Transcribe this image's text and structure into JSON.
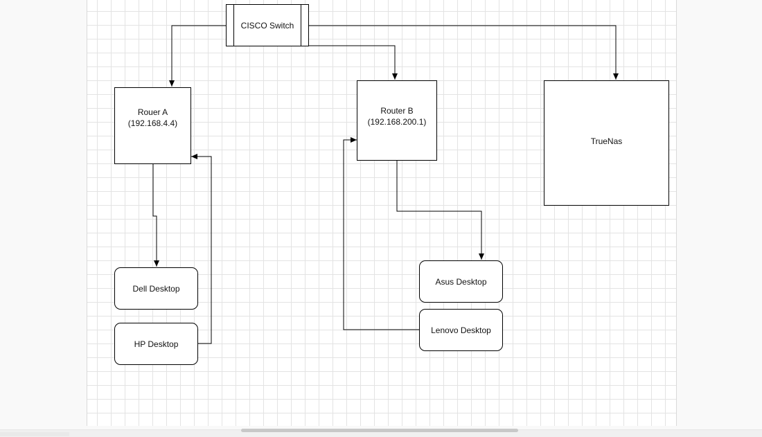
{
  "diagram": {
    "nodes": {
      "switch": {
        "label": "CISCO Switch"
      },
      "router_a": {
        "name": "Rouer A",
        "ip": "(192.168.4.4)"
      },
      "router_b": {
        "name": "Router B",
        "ip": "(192.168.200.1)"
      },
      "truenas": {
        "label": "TrueNas"
      },
      "dell": {
        "label": "Dell Desktop"
      },
      "hp": {
        "label": "HP Desktop"
      },
      "asus": {
        "label": "Asus Desktop"
      },
      "lenovo": {
        "label": "Lenovo Desktop"
      }
    },
    "edges": [
      {
        "from": "CISCO Switch",
        "to": "Rouer A"
      },
      {
        "from": "CISCO Switch",
        "to": "Router B"
      },
      {
        "from": "CISCO Switch",
        "to": "TrueNas"
      },
      {
        "from": "Rouer A",
        "to": "Dell Desktop"
      },
      {
        "from": "HP Desktop",
        "to": "Rouer A"
      },
      {
        "from": "Router B",
        "to": "Asus Desktop"
      },
      {
        "from": "Lenovo Desktop",
        "to": "Router B"
      }
    ]
  }
}
